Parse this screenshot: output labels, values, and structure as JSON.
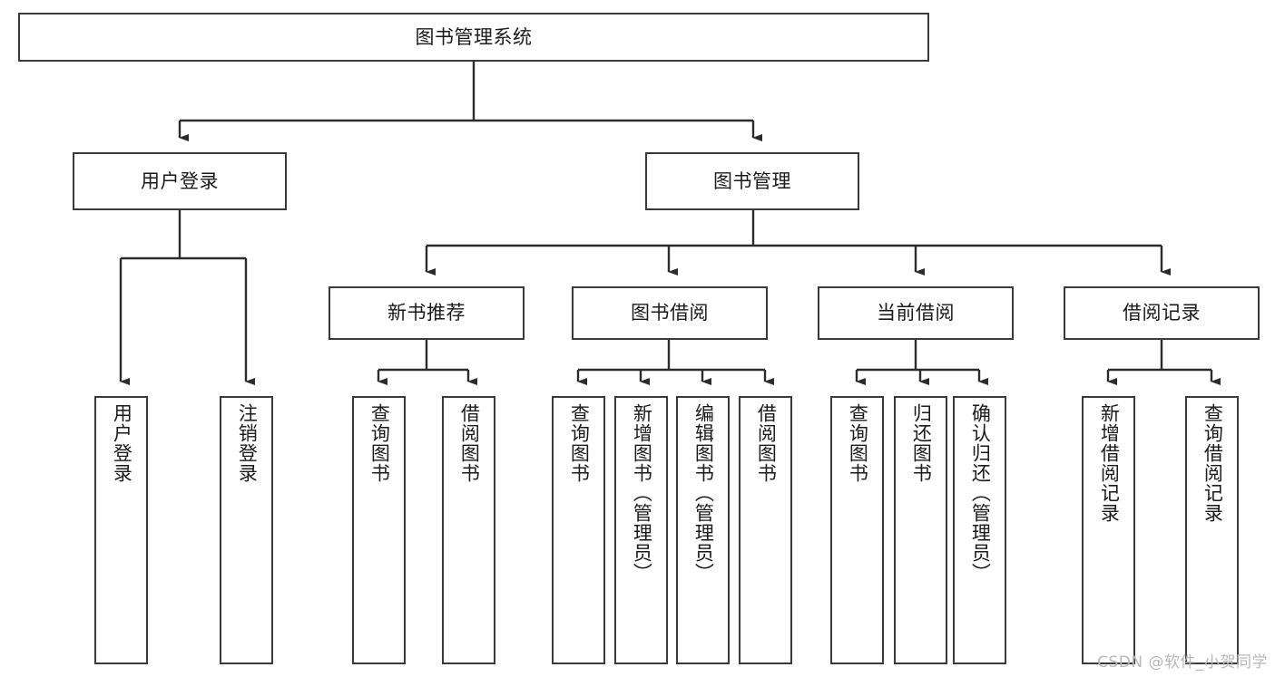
{
  "diagram": {
    "title": "图书管理系统",
    "type": "tree-hierarchy-chart",
    "root": {
      "id": "root",
      "label": "图书管理系统"
    },
    "level2": [
      {
        "id": "user-login",
        "label": "用户登录"
      },
      {
        "id": "book-management",
        "label": "图书管理"
      }
    ],
    "level3": [
      {
        "id": "new-book-recommend",
        "label": "新书推荐",
        "parent": "book-management"
      },
      {
        "id": "book-borrow",
        "label": "图书借阅",
        "parent": "book-management"
      },
      {
        "id": "current-borrow",
        "label": "当前借阅",
        "parent": "book-management"
      },
      {
        "id": "borrow-record",
        "label": "借阅记录",
        "parent": "book-management"
      }
    ],
    "leaves": [
      {
        "id": "leaf-user-login",
        "label": "用户登录",
        "parent": "user-login"
      },
      {
        "id": "leaf-logout",
        "label": "注销登录",
        "parent": "user-login"
      },
      {
        "id": "leaf-query-book-1",
        "label": "查询图书",
        "parent": "new-book-recommend"
      },
      {
        "id": "leaf-borrow-book-1",
        "label": "借阅图书",
        "parent": "new-book-recommend"
      },
      {
        "id": "leaf-query-book-2",
        "label": "查询图书",
        "parent": "book-borrow"
      },
      {
        "id": "leaf-add-book",
        "label": "新增图书（管理员）",
        "parent": "book-borrow"
      },
      {
        "id": "leaf-edit-book",
        "label": "编辑图书（管理员）",
        "parent": "book-borrow"
      },
      {
        "id": "leaf-borrow-book-2",
        "label": "借阅图书",
        "parent": "book-borrow"
      },
      {
        "id": "leaf-query-book-3",
        "label": "查询图书",
        "parent": "current-borrow"
      },
      {
        "id": "leaf-return-book",
        "label": "归还图书",
        "parent": "current-borrow"
      },
      {
        "id": "leaf-confirm-return",
        "label": "确认归还（管理员）",
        "parent": "current-borrow"
      },
      {
        "id": "leaf-add-record",
        "label": "新增借阅记录",
        "parent": "borrow-record"
      },
      {
        "id": "leaf-query-record",
        "label": "查询借阅记录",
        "parent": "borrow-record"
      }
    ]
  },
  "watermark": {
    "text": "CSDN @软件_小贺同学"
  },
  "colors": {
    "box_border": "#3a3a3a",
    "box_fill": "#ffffff",
    "connector": "#2b2b2b",
    "text": "#1a1a1a",
    "watermark": "#b8b8b8",
    "background": "#ffffff"
  }
}
